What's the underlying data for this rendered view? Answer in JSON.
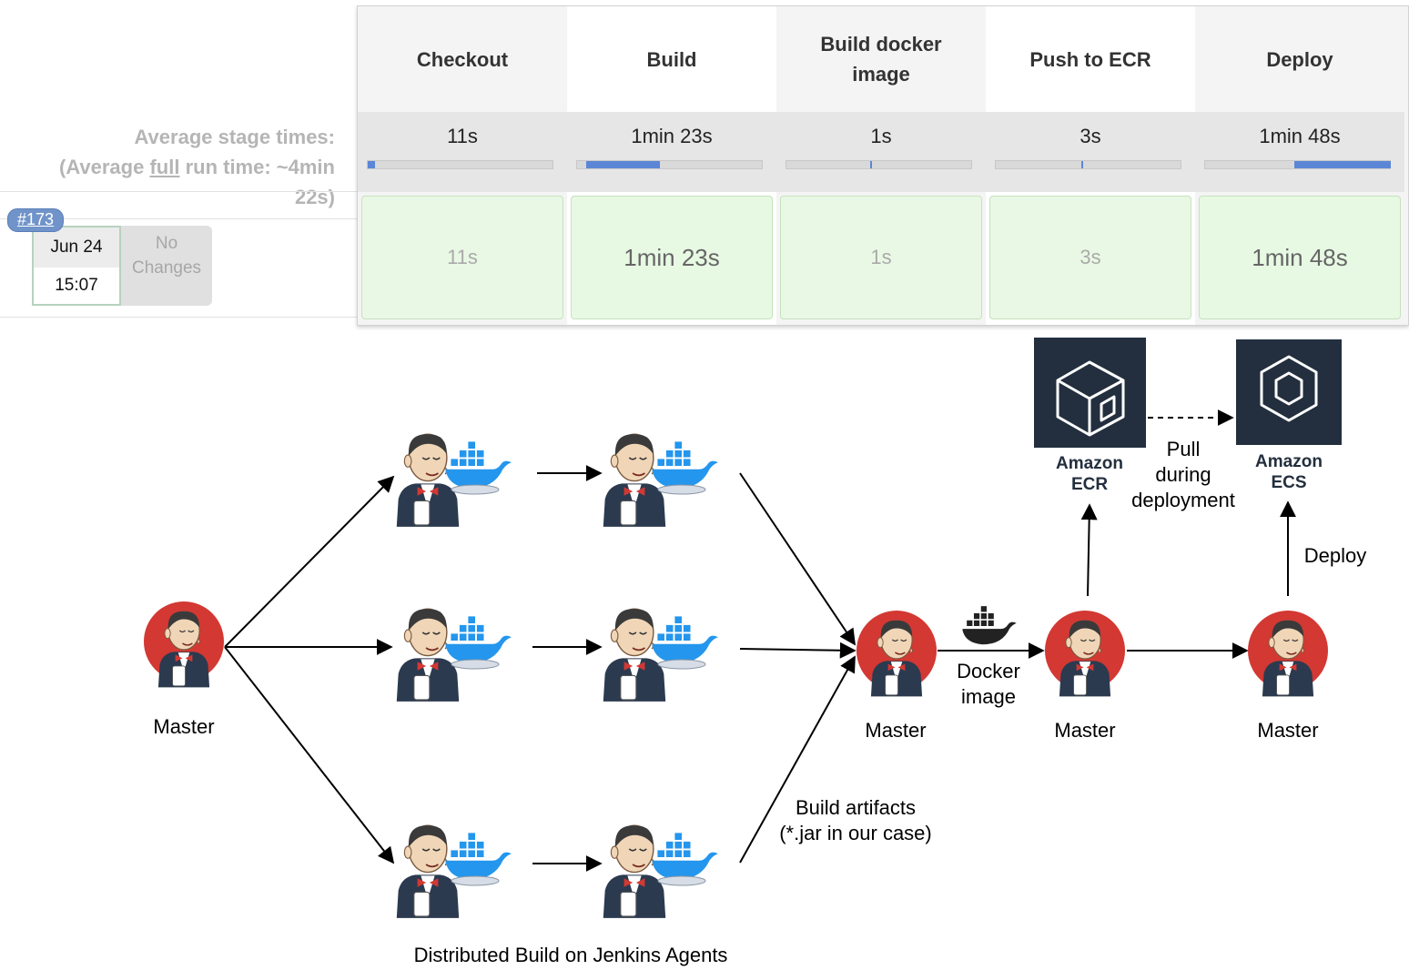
{
  "stage_view": {
    "average_label_line1": "Average stage times:",
    "average_label_line2_prefix": "(Average ",
    "average_label_line2_underlined": "full",
    "average_label_line2_suffix": " run time: ~4min",
    "average_label_line3": "22s)",
    "build": {
      "number": "#173",
      "date": "Jun 24",
      "time": "15:07",
      "changes_line1": "No",
      "changes_line2": "Changes"
    },
    "stages": [
      {
        "name_line1": "Checkout",
        "name_line2": "",
        "avg_time": "11s",
        "run_time": "11s",
        "bar_fraction": 0.04
      },
      {
        "name_line1": "Build",
        "name_line2": "",
        "avg_time": "1min 23s",
        "run_time": "1min 23s",
        "bar_fraction": 0.4
      },
      {
        "name_line1": "Build docker",
        "name_line2": "image",
        "avg_time": "1s",
        "run_time": "1s",
        "bar_fraction": 0.01
      },
      {
        "name_line1": "Push to ECR",
        "name_line2": "",
        "avg_time": "3s",
        "run_time": "3s",
        "bar_fraction": 0.01
      },
      {
        "name_line1": "Deploy",
        "name_line2": "",
        "avg_time": "1min 48s",
        "run_time": "1min 48s",
        "bar_fraction": 0.52
      }
    ]
  },
  "diagram": {
    "master_labels": [
      "Master",
      "Master",
      "Master",
      "Master"
    ],
    "docker_image_line1": "Docker",
    "docker_image_line2": "image",
    "build_artifacts_line1": "Build artifacts",
    "build_artifacts_line2": "(*.jar in our case)",
    "distributed_build": "Distributed Build on Jenkins Agents",
    "ecr_line1": "Amazon",
    "ecr_line2": "ECR",
    "ecs_line1": "Amazon",
    "ecs_line2": "ECS",
    "pull_line1": "Pull",
    "pull_line2": "during",
    "pull_line3": "deployment",
    "deploy": "Deploy",
    "colors": {
      "jenkins_red": "#d33833",
      "aws_dark": "#232f3e",
      "docker_blue": "#2496ed"
    }
  }
}
